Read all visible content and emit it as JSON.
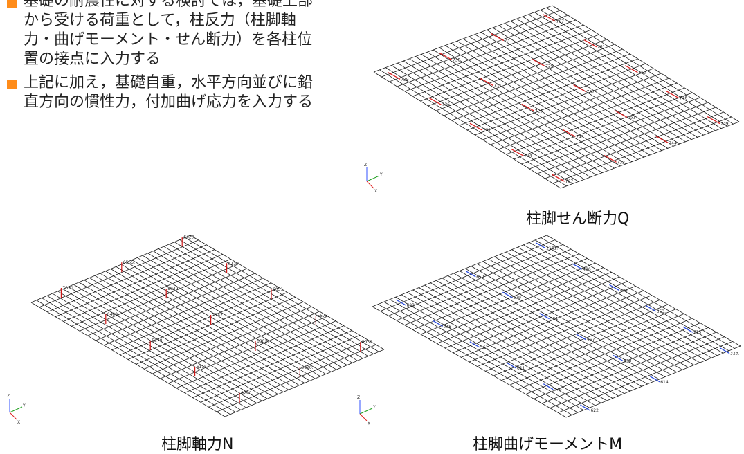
{
  "bullets": [
    {
      "lines": [
        "基礎の耐震性に対する検討では，基礎上部",
        "から受ける荷重として，柱反力（柱脚軸",
        "力・曲げモーメント・せん断力）を各柱位",
        "置の接点に入力する"
      ]
    },
    {
      "lines": [
        "上記に加え，基礎自重，水平方向並びに鉛",
        "直方向の慣性力，付加曲げ応力を入力する"
      ]
    }
  ],
  "captions": {
    "shear": "柱脚せん断力Q",
    "axial": "柱脚軸力N",
    "moment": "柱脚曲げモーメントM"
  },
  "axis_letters": {
    "z": "Z",
    "y": "Y",
    "x": "X"
  },
  "colors": {
    "bullet": "#ff8c1a",
    "grid": "#1a1a1a",
    "shear": "#e02020",
    "axial": "#d01818",
    "moment": "#2a4de0"
  },
  "shear_labels": [
    "767",
    "761",
    "753",
    "746",
    "739",
    "731",
    "725",
    "757",
    "751",
    "744",
    "738",
    "731",
    "725",
    "745",
    "732",
    "729",
    "736",
    "732",
    "724",
    "767"
  ],
  "axial_labels": [
    "6420.",
    "5130.",
    "6051.",
    "5573.",
    "5059.",
    "6555.",
    "8049.",
    "7142.",
    "6302.",
    "5620.",
    "7050.",
    "6409.",
    "5370.",
    "6115.",
    "6290."
  ],
  "moment_labels": [
    "1141.",
    "406",
    "408",
    "353.",
    "715",
    "323.",
    "652",
    "579",
    "524",
    "567",
    "530",
    "614",
    "603",
    "618",
    "561",
    "611",
    "576",
    "622"
  ]
}
